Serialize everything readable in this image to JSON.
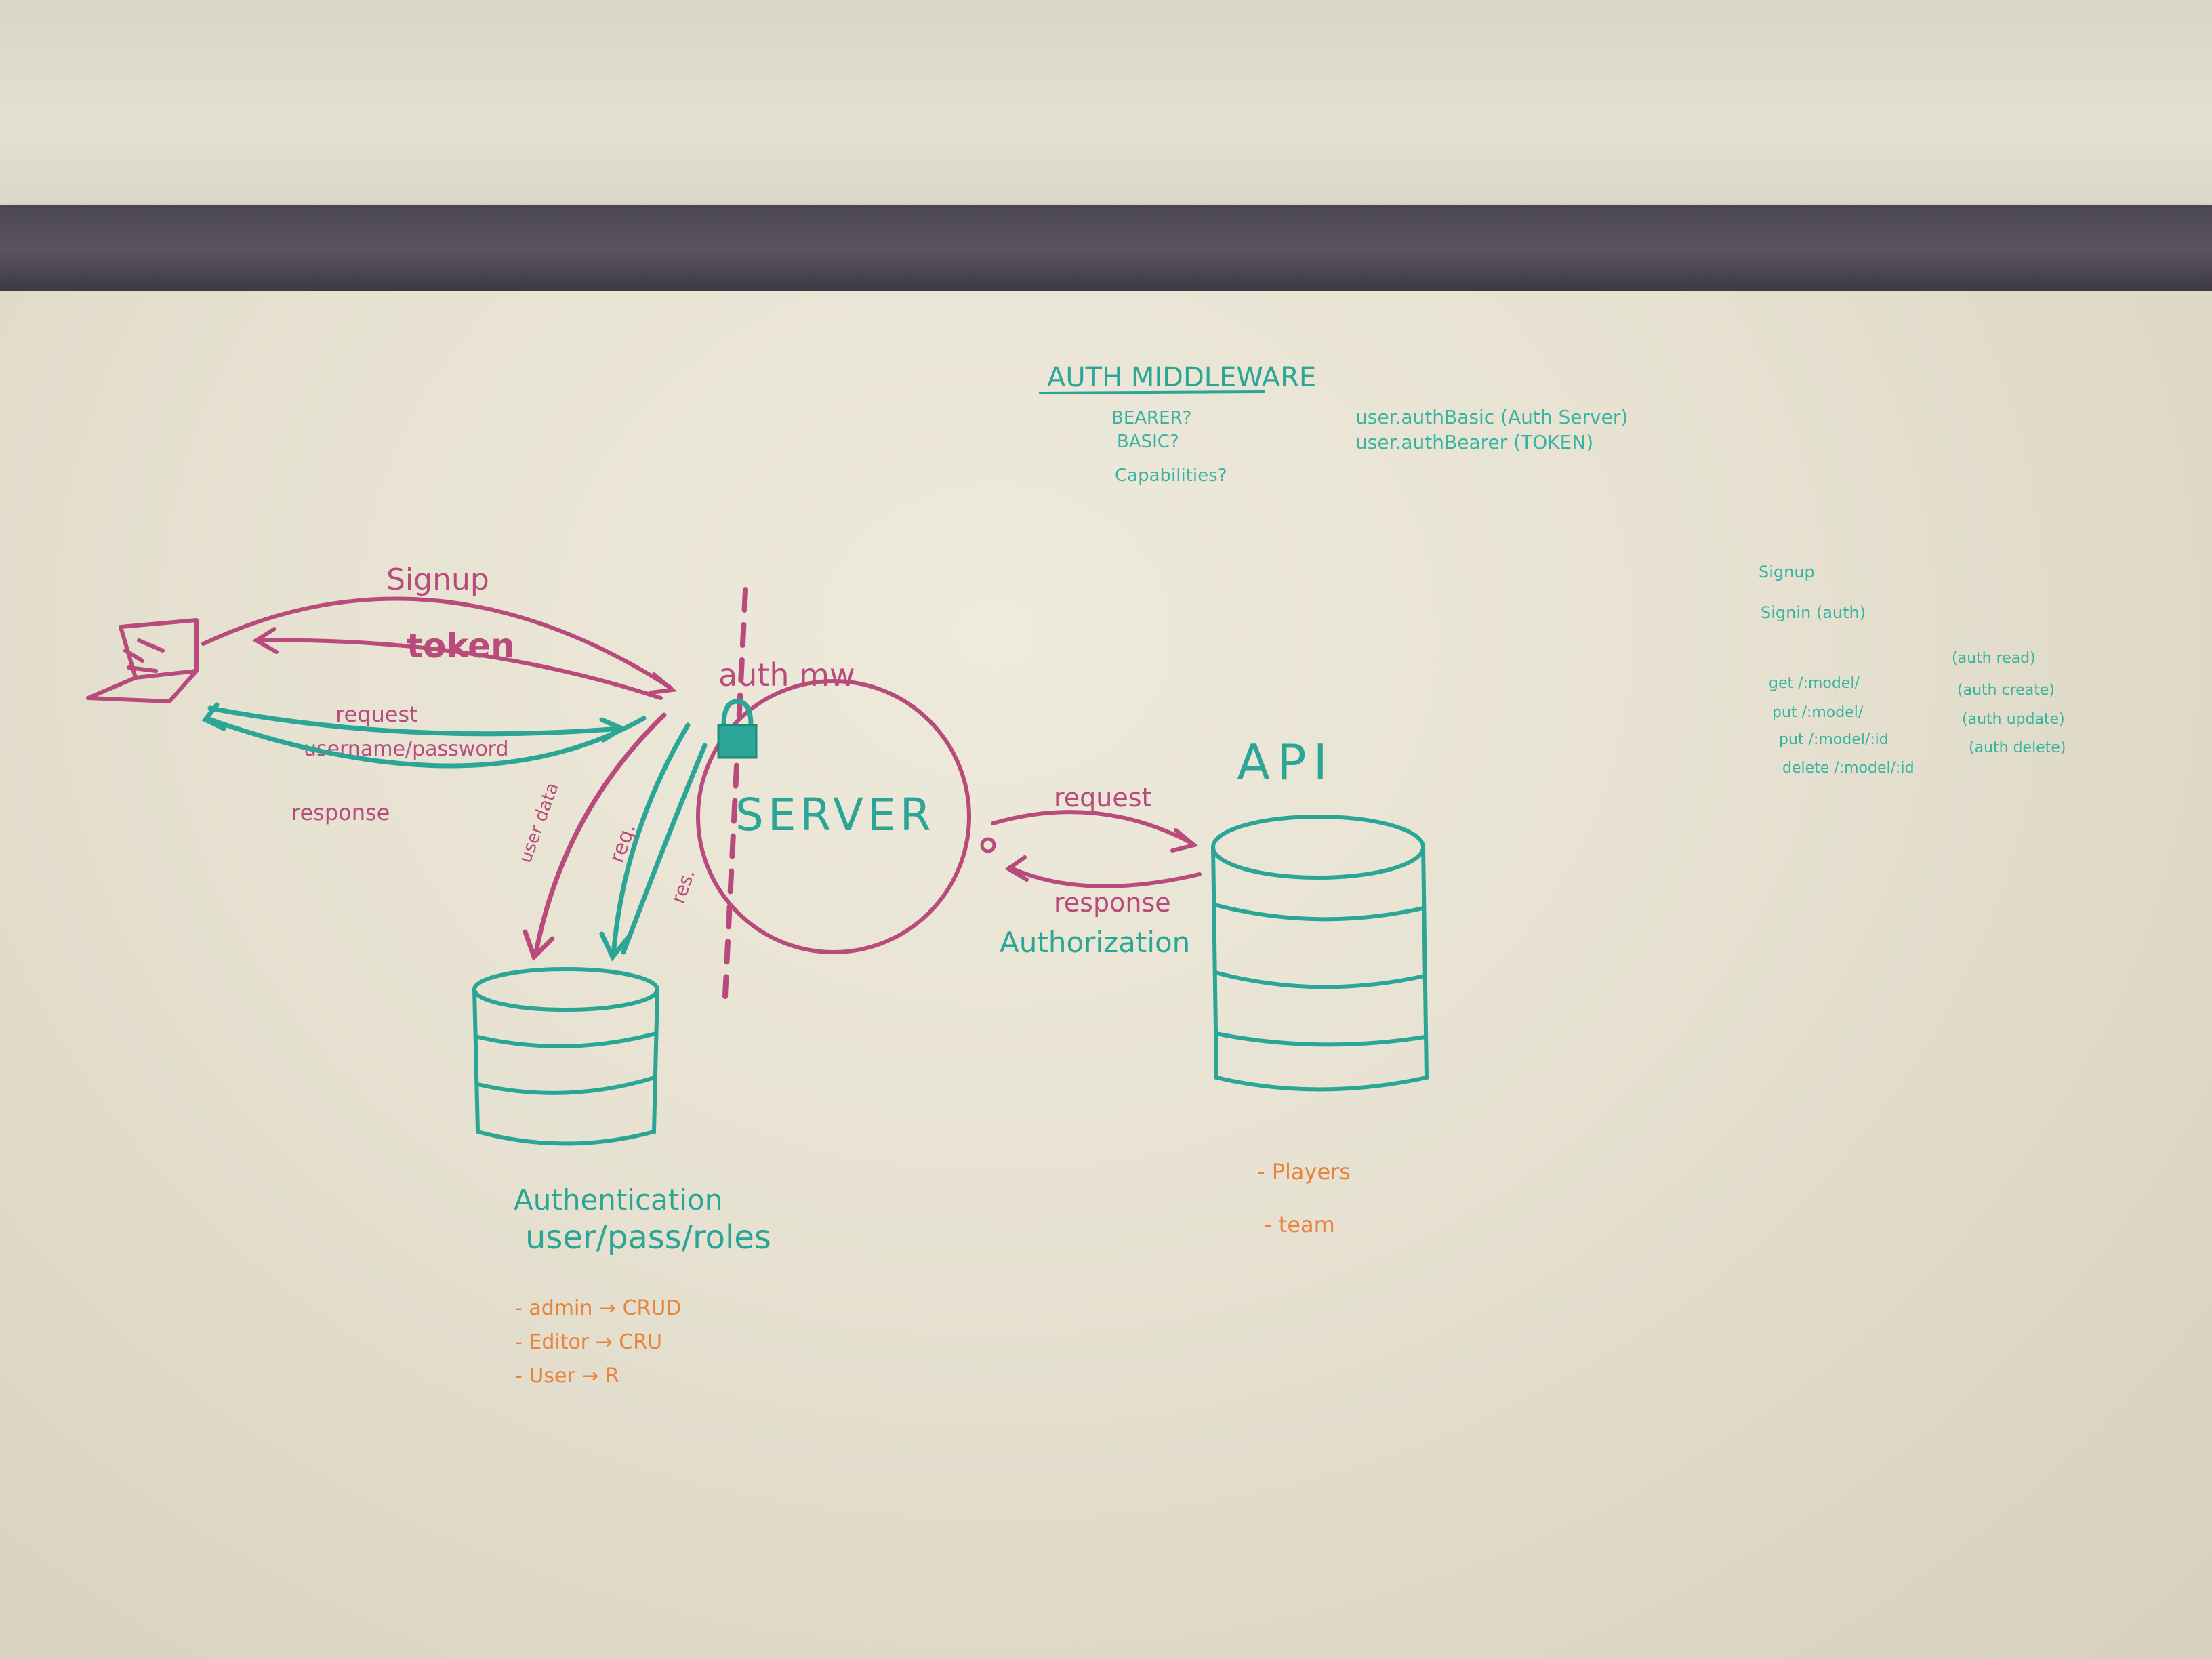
{
  "notes_top": {
    "title": "AUTH MIDDLEWARE",
    "items": [
      "BEARER?",
      "BASIC?",
      "Capabilities?"
    ]
  },
  "notes_methods": {
    "lines": [
      "user.authBasic (Auth Server)",
      "user.authBearer (TOKEN)"
    ]
  },
  "notes_routes": {
    "header1": "Signup",
    "header2": "Signin (auth)",
    "routes": [
      {
        "route": "get /:model/",
        "perm": "(auth read)"
      },
      {
        "route": "put /:model/",
        "perm": "(auth create)"
      },
      {
        "route": "put /:model/:id",
        "perm": "(auth update)"
      },
      {
        "route": "delete /:model/:id",
        "perm": "(auth delete)"
      }
    ]
  },
  "client_flows": {
    "signup": "Signup",
    "token": "token",
    "request": "request",
    "credentials": "username/password",
    "response": "response"
  },
  "server": {
    "middleware_label": "auth mw",
    "label": "SERVER",
    "req": "req.",
    "res": "res.",
    "userdata": "user data"
  },
  "api": {
    "label": "API",
    "request": "request",
    "response": "response",
    "authorization": "Authorization",
    "collections": [
      "- Players",
      "- team"
    ]
  },
  "auth_db": {
    "title": "Authentication",
    "subtitle": "user/pass/roles",
    "roles": [
      "- admin → CRUD",
      "- Editor → CRU",
      "- User → R"
    ]
  },
  "colors": {
    "pink_marker": "#b84b7c",
    "teal_marker": "#2aa596",
    "orange_marker": "#e9823c",
    "board": "#e6e1d0",
    "rail": "#4a4650"
  }
}
